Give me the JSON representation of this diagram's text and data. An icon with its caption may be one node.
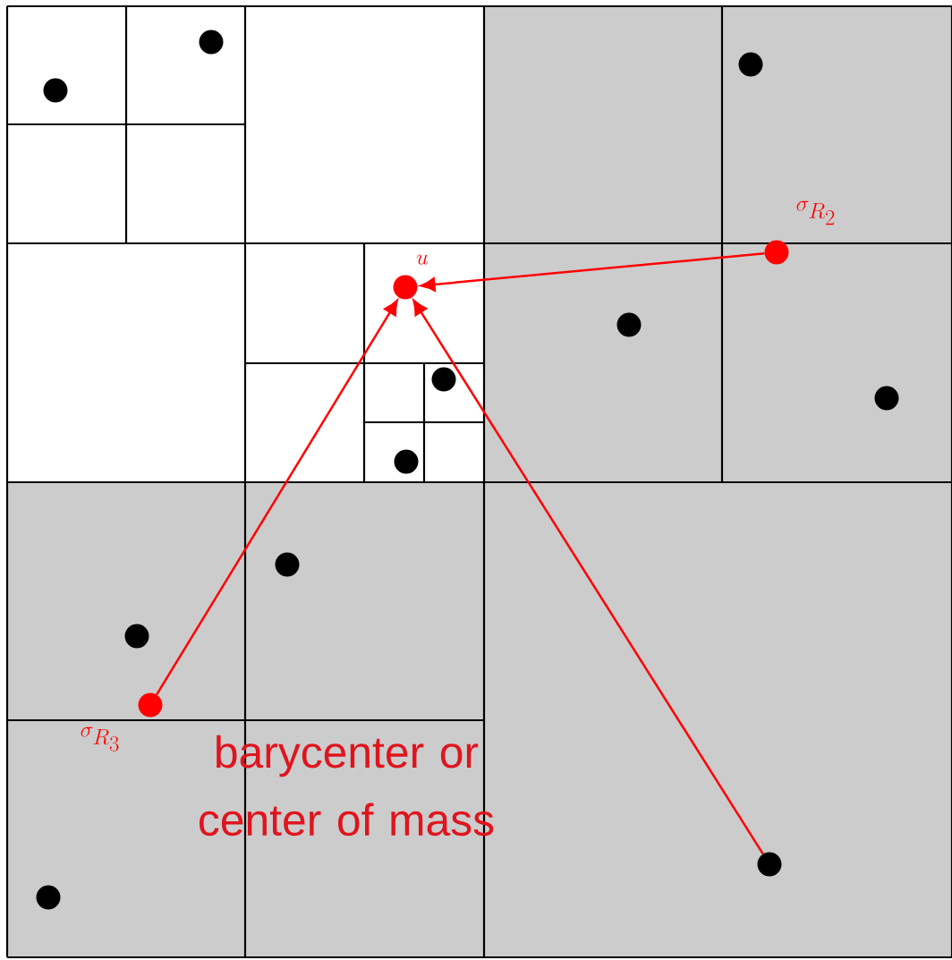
{
  "diagram": {
    "nodes": [
      {
        "text": [],
        "shape": "circle"
      },
      {
        "text": [],
        "shape": "circle"
      },
      {
        "text": [],
        "shape": "circle"
      },
      {
        "text": [],
        "shape": "circle",
        "beside": [
          "\\sigma_{R_2}"
        ]
      },
      {
        "text": [],
        "shape": "circle",
        "beside": [
          "u"
        ]
      },
      {
        "text": [],
        "shape": "circle"
      },
      {
        "text": [],
        "shape": "circle"
      },
      {
        "text": [],
        "shape": "circle"
      },
      {
        "text": [],
        "shape": "circle"
      },
      {
        "text": [],
        "shape": "circle"
      },
      {
        "text": [],
        "shape": "circle"
      },
      {
        "text": [],
        "shape": "circle",
        "beside": [
          "\\sigma_{R_3}"
        ]
      },
      {
        "text": [],
        "shape": "circle"
      },
      {
        "text": [],
        "shape": "circle"
      }
    ],
    "edges": [
      {
        "from": 3,
        "to": 4,
        "arrow": "to"
      },
      {
        "from": 11,
        "to": 4,
        "arrow": "to"
      },
      {
        "from": 12,
        "to": 4,
        "arrow": "to"
      }
    ],
    "labels": [
      "barycenter or center of mass"
    ]
  }
}
